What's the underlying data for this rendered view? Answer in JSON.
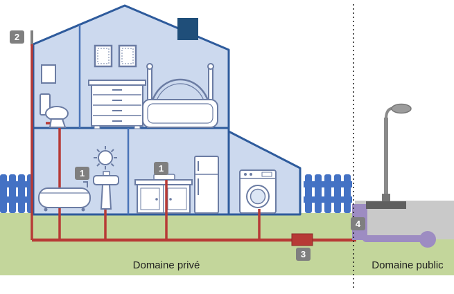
{
  "diagram": {
    "callouts": {
      "vent_stack": "2",
      "bathroom_fixtures": "1",
      "kitchen_fixtures": "1",
      "inspection_chamber": "3",
      "public_connection": "4"
    },
    "zones": {
      "private": "Domaine privé",
      "public": "Domaine public"
    }
  },
  "colors": {
    "ground": "#c3d69b",
    "slab_gray": "#c9c9c9",
    "fence": "#4472c4",
    "house_fill": "#ccd9ee",
    "house_outline": "#2e5b9c",
    "interior_wall": "#4a74b8",
    "chimney": "#1f4e79",
    "pipe_red": "#b73a36",
    "pipe_purple": "#9d8cc2",
    "label_bg": "#7f7f7f",
    "label_text": "#ffffff",
    "lamp_gray": "#8a8a8a",
    "lamp_dark": "#5f5f5f",
    "furniture": "#6b7ca3",
    "domain_text": "#1f1f1f"
  }
}
